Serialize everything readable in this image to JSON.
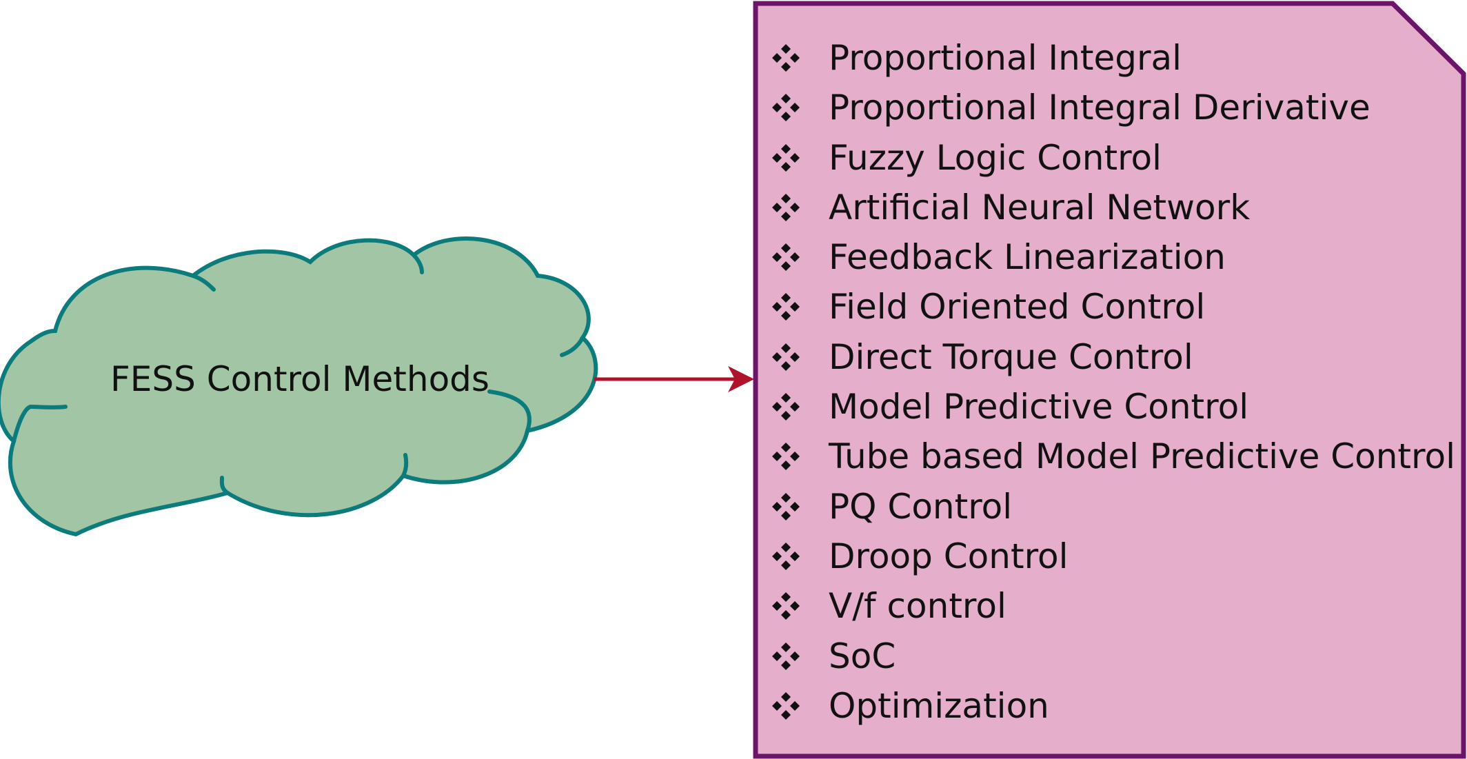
{
  "diagram": {
    "source_label": "FESS Control Methods",
    "methods": [
      "Proportional Integral",
      "Proportional Integral Derivative",
      "Fuzzy Logic Control",
      "Artificial Neural Network",
      "Feedback Linearization",
      "Field Oriented Control",
      "Direct Torque Control",
      "Model Predictive Control",
      "Tube based Model Predictive Control",
      "PQ Control",
      "Droop Control",
      "V/f control",
      "SoC",
      "Optimization"
    ],
    "bullet_icon": "four-diamond-bullet-icon",
    "colors": {
      "cloud_fill": "#a2c6a5",
      "cloud_stroke": "#0b7b7c",
      "box_fill": "#e5aeca",
      "box_stroke": "#6b1469",
      "arrow": "#b0122a",
      "text": "#111111"
    }
  }
}
